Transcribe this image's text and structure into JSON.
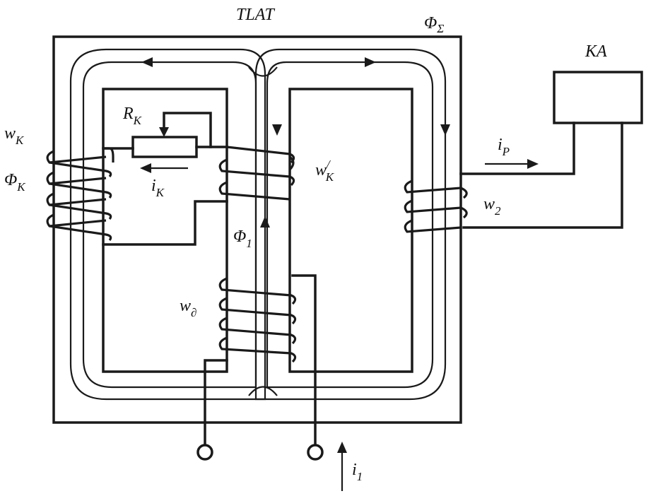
{
  "diagram": {
    "core_label": "TLAT",
    "total_flux_label": {
      "main": "Φ",
      "sub": "Σ"
    },
    "relay_label": "KA",
    "labels": {
      "rk": {
        "main": "R",
        "sub": "K"
      },
      "ik": {
        "main": "i",
        "sub": "K"
      },
      "wk": {
        "main": "w",
        "sub": "K"
      },
      "phik": {
        "main": "Φ",
        "sub": "K"
      },
      "wk_prime": {
        "main": "w",
        "sub": "K",
        "sup": "/"
      },
      "phi1": {
        "main": "Φ",
        "sub": "1"
      },
      "wd": {
        "main": "w",
        "sub": "∂"
      },
      "w2": {
        "main": "w",
        "sub": "2"
      },
      "ip": {
        "main": "i",
        "sub": "P"
      },
      "i1": {
        "main": "i",
        "sub": "1"
      }
    }
  }
}
